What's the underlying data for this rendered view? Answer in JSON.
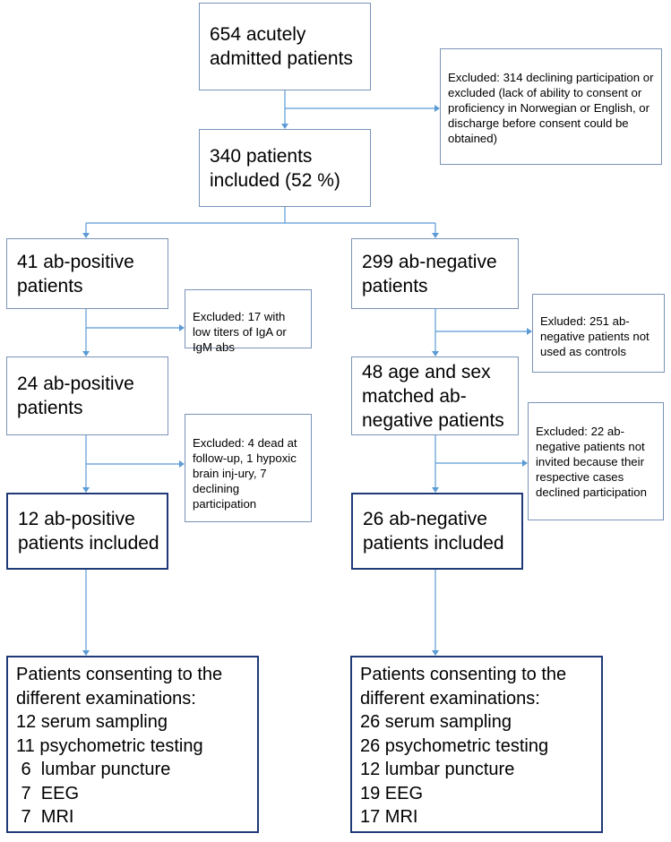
{
  "boxes": {
    "admitted": "654 acutely\nadmitted patients",
    "excluded_top": "Excluded: 314 declining participation or excluded (lack of ability to consent or proficiency in Norwegian or English, or discharge before consent could be obtained)",
    "included": "340 patients\nincluded (52 %)",
    "pos_41": "41 ab-positive\npatients",
    "neg_299": "299 ab-negative\npatients",
    "excl_pos_17": "Excluded: 17 with low titers of IgA or IgM abs",
    "excl_neg_251": "Exluded: 251 ab-negative patients not used as controls",
    "pos_24": "24 ab-positive\npatients",
    "neg_48": "48 age and sex\nmatched ab-\nnegative patients",
    "excl_pos_4": "Excluded: 4 dead at follow-up, 1 hypoxic brain inj-ury, 7 declining participation",
    "excl_neg_22": "Excluded: 22 ab-negative patients not invited because their respective cases declined participation",
    "pos_12": "12 ab-positive\npatients included",
    "neg_26": "26 ab-negative\npatients included"
  },
  "final_left": {
    "heading1": "Patients consenting to the",
    "heading2": "different examinations:",
    "items": [
      "12 serum sampling",
      "11 psychometric testing",
      " 6  lumbar puncture",
      " 7  EEG",
      " 7  MRI"
    ]
  },
  "final_right": {
    "heading1": "Patients consenting to the",
    "heading2": "different examinations:",
    "items": [
      "26 serum sampling",
      "26 psychometric testing",
      "12 lumbar puncture",
      "19 EEG",
      "17 MRI"
    ]
  },
  "colors": {
    "connector": "#5b9bd5",
    "box_border": "#7a93b8",
    "highlight_border": "#1f3a77"
  }
}
